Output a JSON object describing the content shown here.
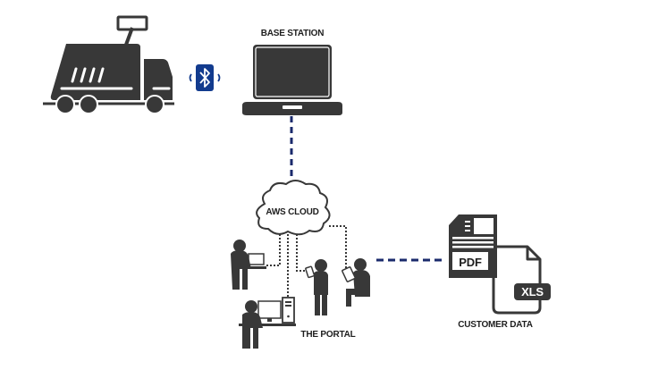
{
  "diagram": {
    "nodes": {
      "truck": {
        "label": ""
      },
      "bluetooth": {
        "label": ""
      },
      "base_station": {
        "label": "BASE STATION"
      },
      "aws_cloud": {
        "label": "AWS CLOUD"
      },
      "portal": {
        "label": "THE PORTAL"
      },
      "customer_data": {
        "label": "CUSTOMER DATA"
      },
      "pdf_doc": {
        "label": "PDF"
      },
      "xls_doc": {
        "label": "XLS"
      }
    },
    "edges": [
      {
        "from": "base_station",
        "to": "aws_cloud",
        "style": "dashed"
      },
      {
        "from": "aws_cloud",
        "to": "portal",
        "style": "dotted"
      },
      {
        "from": "portal",
        "to": "customer_data",
        "style": "dashed"
      }
    ],
    "colors": {
      "icon": "#383838",
      "connector": "#1a2a6c",
      "bluetooth": "#123b8e",
      "text": "#1e1e1e"
    }
  }
}
